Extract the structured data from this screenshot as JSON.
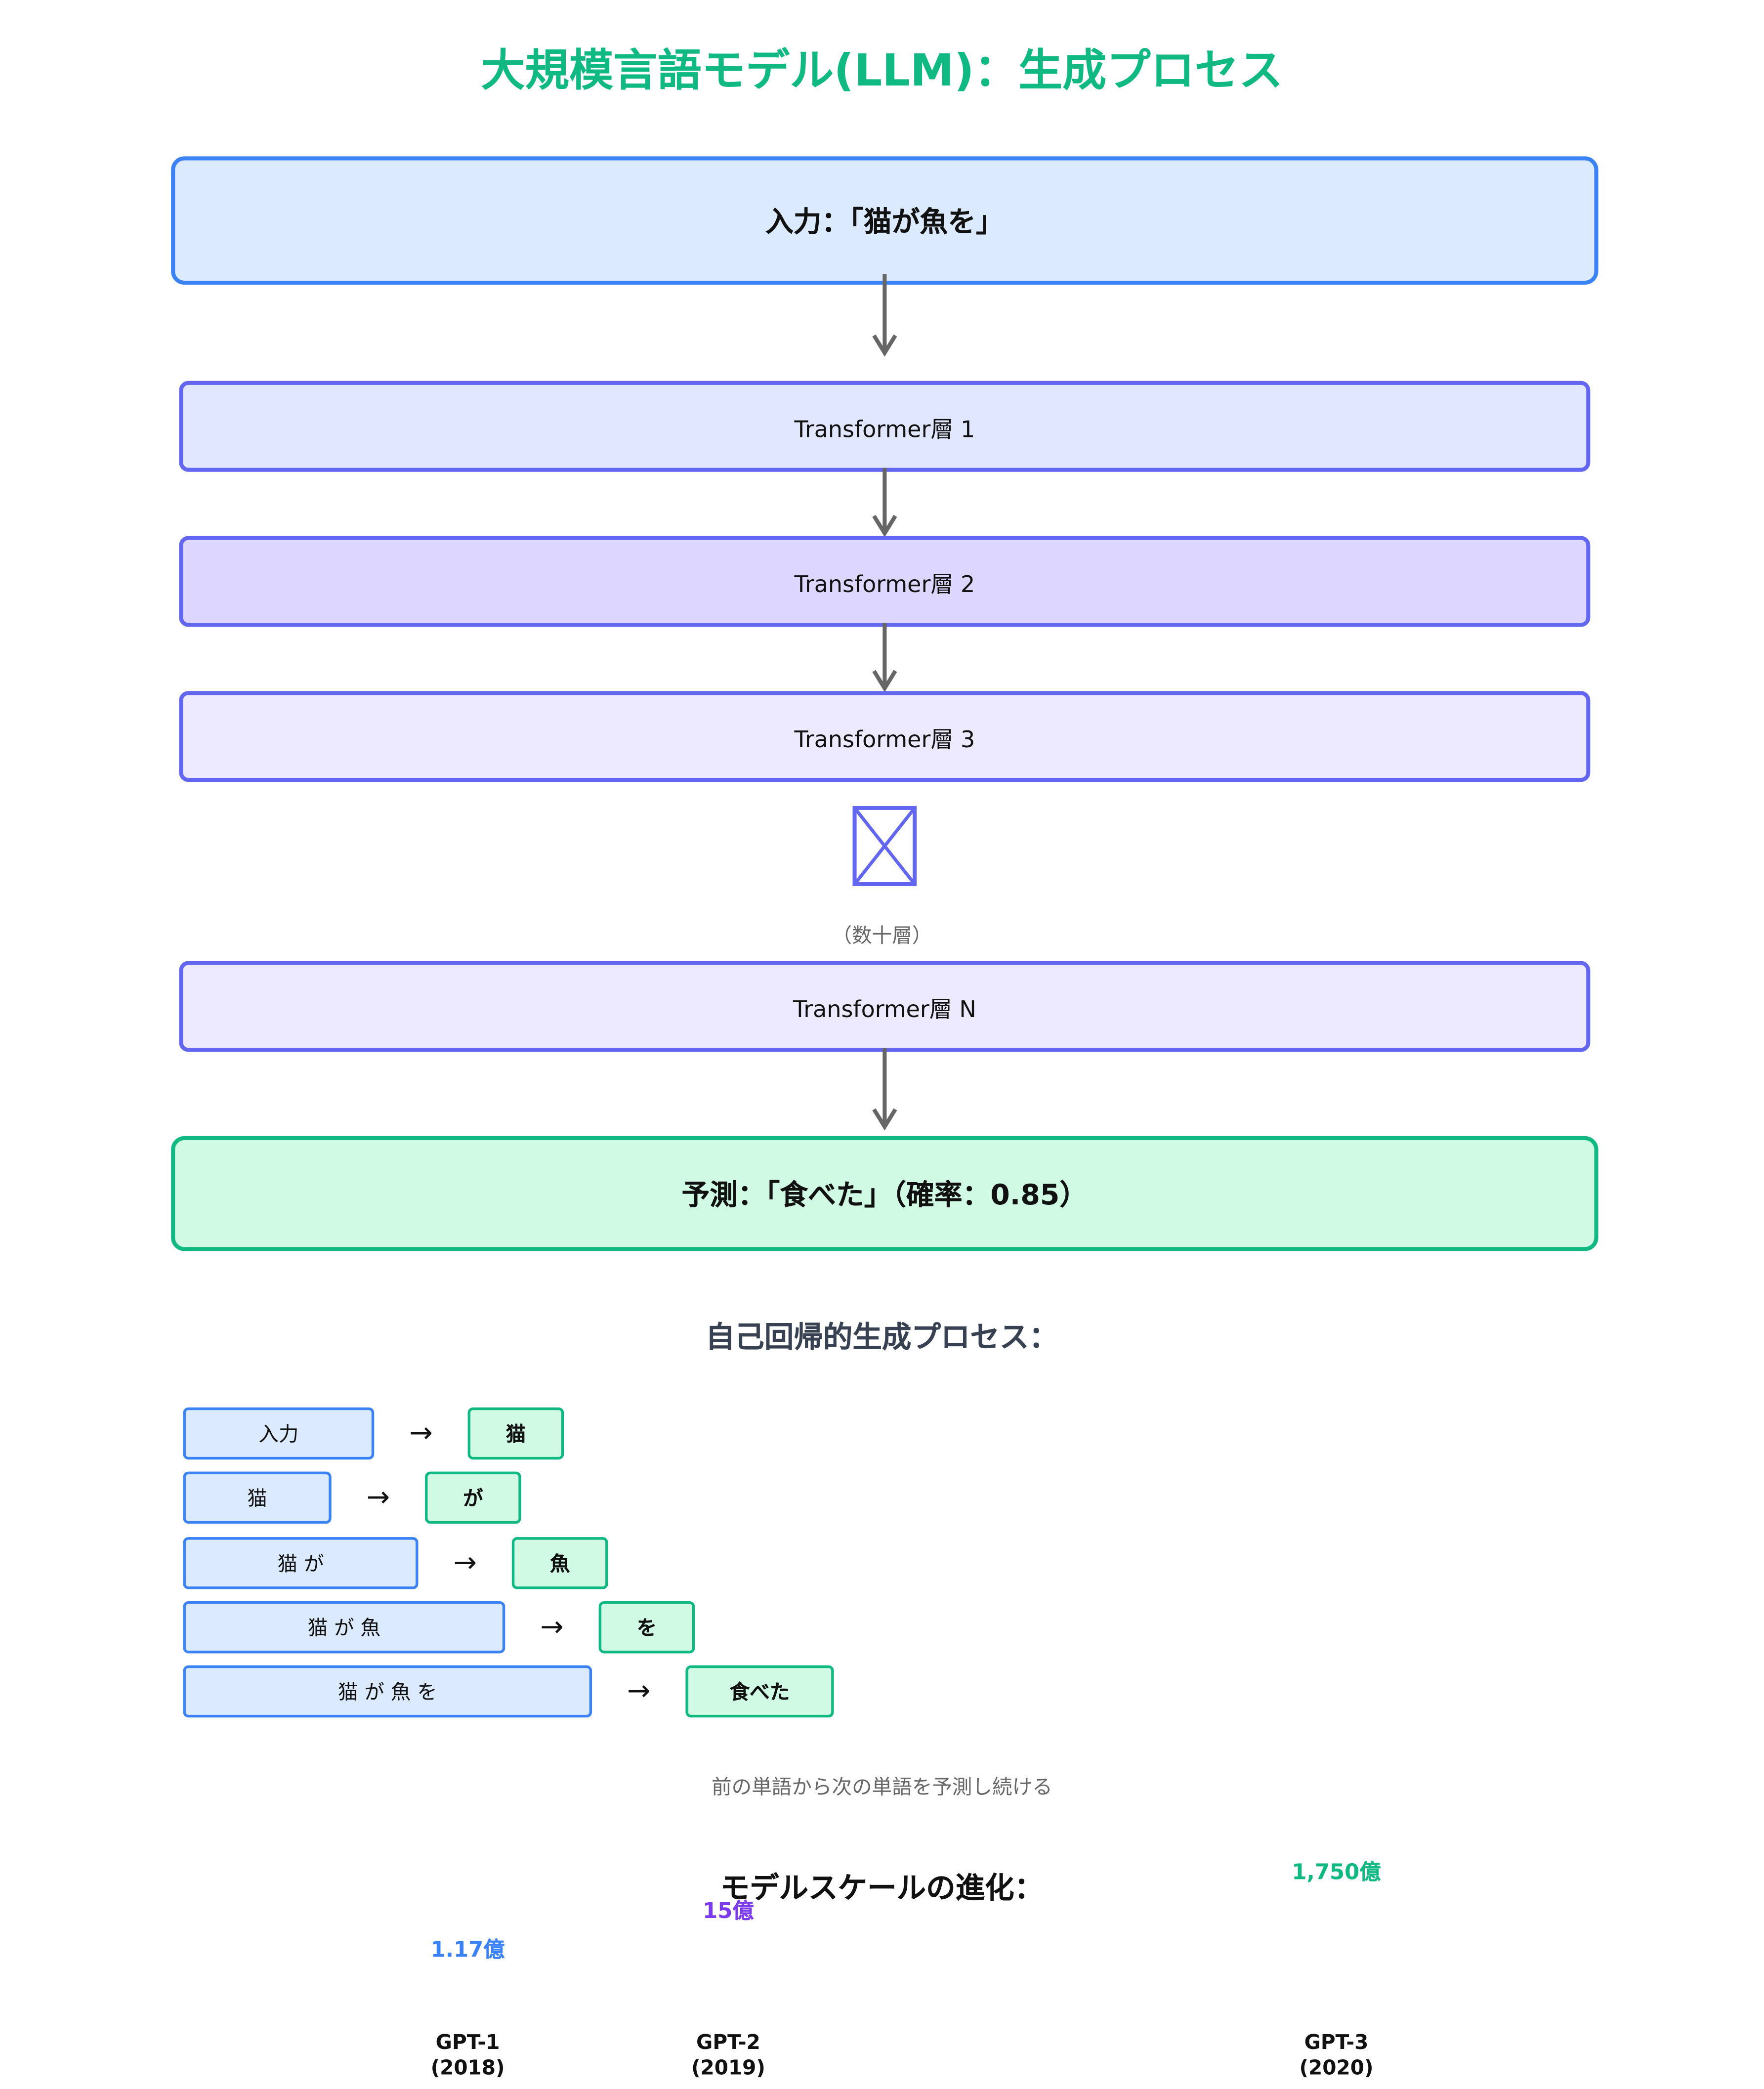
{
  "title": "大規模言語モデル(LLM)：生成プロセス",
  "input_label": "入力：「猫が魚を」",
  "layers": [
    {
      "label": "Transformer層 1",
      "color": "#e0e7ff"
    },
    {
      "label": "Transformer層 2",
      "color": "#ddd6fe"
    },
    {
      "label": "Transformer層 3",
      "color": "#ede9fe"
    },
    {
      "label": "Transformer層 N",
      "color": "#ede9fe"
    }
  ],
  "layers_note": "（数十層）",
  "output_label": "予測：「食べた」（確率：0.85）",
  "autoregressive": {
    "title": "自己回帰的生成プロセス：",
    "steps": [
      {
        "input": "入力",
        "output": "猫"
      },
      {
        "input": "猫",
        "output": "が"
      },
      {
        "input": "猫 が",
        "output": "魚"
      },
      {
        "input": "猫 が 魚",
        "output": "を"
      },
      {
        "input": "猫 が 魚 を",
        "output": "食べた"
      }
    ],
    "arrow": "→",
    "caption": "前の単語から次の単語を予測し続ける"
  },
  "scale": {
    "title": "モデルスケールの進化：",
    "models": [
      {
        "name": "GPT-1",
        "year": "(2018)",
        "params_label": "1.17億",
        "params": 117000000,
        "color": "#3b82f6"
      },
      {
        "name": "GPT-2",
        "year": "(2019)",
        "params_label": "15億",
        "params": 1500000000,
        "color": "#7c3aed"
      },
      {
        "name": "GPT-3",
        "year": "(2020)",
        "params_label": "1,750億",
        "params": 175000000000,
        "color": "#10b981"
      }
    ]
  },
  "colors": {
    "accent": "#10b981",
    "input_border": "#3b82f6",
    "layer_border": "#6366f1",
    "arrow": "#666666"
  }
}
